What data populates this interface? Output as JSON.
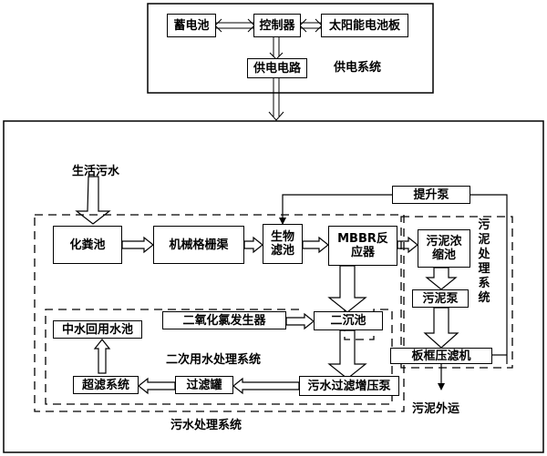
{
  "power_system": {
    "battery": "蓄电池",
    "controller": "控制器",
    "solar_panel": "太阳能电池板",
    "power_circuit": "供电电路",
    "title": "供电系统"
  },
  "sewage_system": {
    "domestic_sewage": "生活污水",
    "septic_tank": "化粪池",
    "bar_screen_channel": "机械格栅渠",
    "biofilter": "生物滤池",
    "mbbr_reactor": "MBBR反应器",
    "lift_pump": "提升泵",
    "chlorine_dioxide_generator": "二氧化氯发生器",
    "secondary_clarifier": "二沉池",
    "reclaimed_water_tank": "中水回用水池",
    "ultrafiltration_system": "超滤系统",
    "filter_tank": "过滤罐",
    "booster_pump": "污水过滤增压泵",
    "secondary_treatment_title": "二次用水处理系统",
    "title": "污水处理系统"
  },
  "sludge_system": {
    "sludge_thickener": "污泥浓缩池",
    "sludge_pump": "污泥泵",
    "plate_filter_press": "板框压滤机",
    "sludge_disposal": "污泥外运",
    "title": "污泥处理系统"
  }
}
